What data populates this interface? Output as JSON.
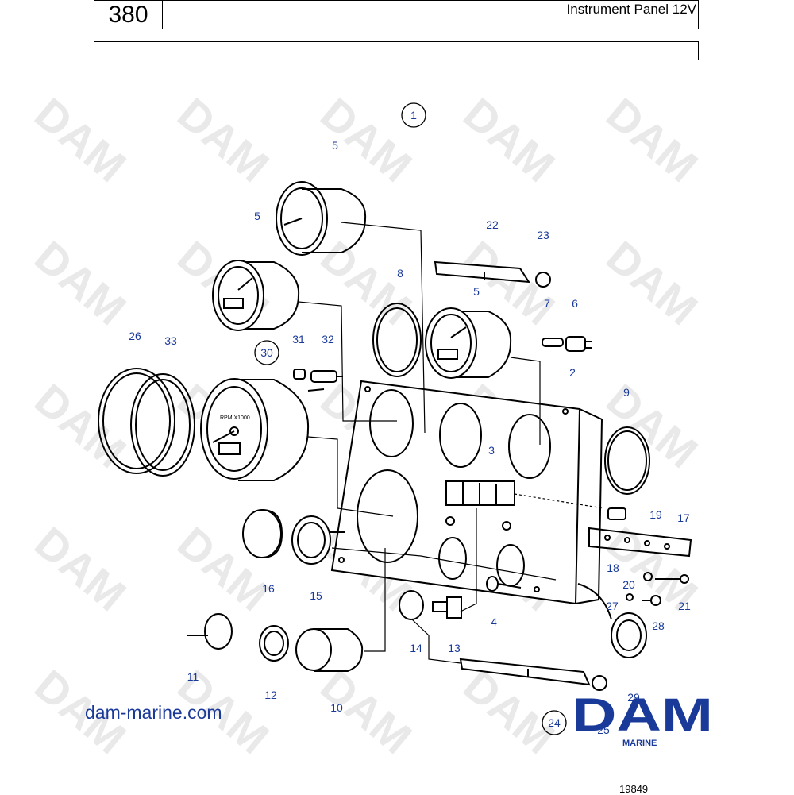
{
  "header": {
    "page_number": "380",
    "title": "Instrument Panel 12V"
  },
  "watermark_text": "DAM",
  "brand": {
    "logo_text": "DAM",
    "sub_text": "MARINE",
    "url": "dam-marine.com",
    "color": "#1a3a9a"
  },
  "figure_number": "19849",
  "callouts": [
    {
      "id": "1",
      "text": "1"
    },
    {
      "id": "5a",
      "text": "5"
    },
    {
      "id": "5b",
      "text": "5"
    },
    {
      "id": "5c",
      "text": "5"
    },
    {
      "id": "22",
      "text": "22"
    },
    {
      "id": "23",
      "text": "23"
    },
    {
      "id": "8",
      "text": "8"
    },
    {
      "id": "7",
      "text": "7"
    },
    {
      "id": "6",
      "text": "6"
    },
    {
      "id": "2",
      "text": "2"
    },
    {
      "id": "26",
      "text": "26"
    },
    {
      "id": "33",
      "text": "33"
    },
    {
      "id": "30",
      "text": "30"
    },
    {
      "id": "31",
      "text": "31"
    },
    {
      "id": "32",
      "text": "32"
    },
    {
      "id": "9",
      "text": "9"
    },
    {
      "id": "3",
      "text": "3"
    },
    {
      "id": "19",
      "text": "19"
    },
    {
      "id": "17",
      "text": "17"
    },
    {
      "id": "18",
      "text": "18"
    },
    {
      "id": "20",
      "text": "20"
    },
    {
      "id": "21",
      "text": "21"
    },
    {
      "id": "27",
      "text": "27"
    },
    {
      "id": "28",
      "text": "28"
    },
    {
      "id": "16",
      "text": "16"
    },
    {
      "id": "15",
      "text": "15"
    },
    {
      "id": "4",
      "text": "4"
    },
    {
      "id": "14",
      "text": "14"
    },
    {
      "id": "13",
      "text": "13"
    },
    {
      "id": "11",
      "text": "11"
    },
    {
      "id": "12",
      "text": "12"
    },
    {
      "id": "10",
      "text": "10"
    },
    {
      "id": "29",
      "text": "29"
    },
    {
      "id": "24",
      "text": "24"
    },
    {
      "id": "25",
      "text": "25"
    }
  ],
  "gauge_text": {
    "tacho_label": "RPM X1000"
  }
}
